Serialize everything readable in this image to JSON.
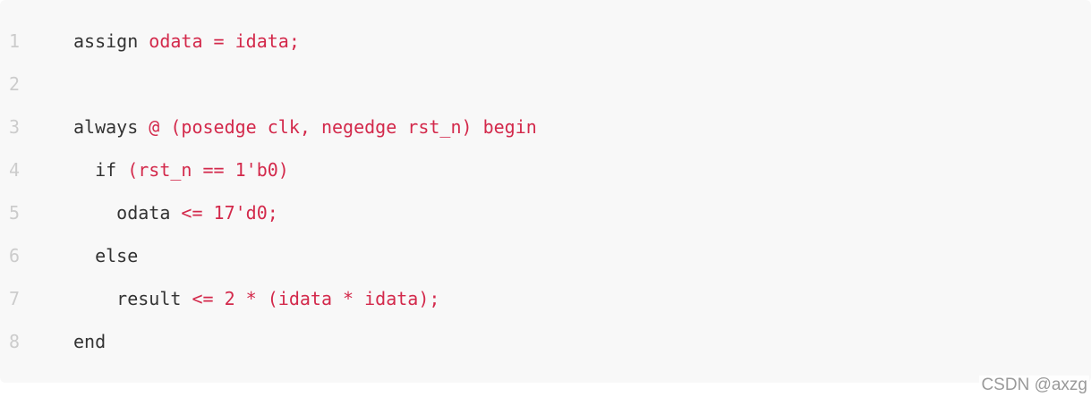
{
  "code_block": {
    "lines": [
      {
        "number": "1",
        "segments": [
          {
            "text": "assign ",
            "kind": "kw"
          },
          {
            "text": "odata = idata;",
            "kind": "hl"
          }
        ]
      },
      {
        "number": "2",
        "segments": []
      },
      {
        "number": "3",
        "segments": [
          {
            "text": "always ",
            "kind": "kw"
          },
          {
            "text": "@ (posedge clk, negedge rst_n) begin",
            "kind": "hl"
          }
        ]
      },
      {
        "number": "4",
        "segments": [
          {
            "text": "  if ",
            "kind": "kw"
          },
          {
            "text": "(rst_n == 1'b0)",
            "kind": "hl"
          }
        ]
      },
      {
        "number": "5",
        "segments": [
          {
            "text": "    odata ",
            "kind": "kw"
          },
          {
            "text": "<= 17'd0;",
            "kind": "hl"
          }
        ]
      },
      {
        "number": "6",
        "segments": [
          {
            "text": "  else",
            "kind": "kw"
          }
        ]
      },
      {
        "number": "7",
        "segments": [
          {
            "text": "    result ",
            "kind": "kw"
          },
          {
            "text": "<= 2 * (idata * idata);",
            "kind": "hl"
          }
        ]
      },
      {
        "number": "8",
        "segments": [
          {
            "text": "end",
            "kind": "kw"
          }
        ]
      }
    ]
  },
  "watermark": {
    "text": "CSDN @axzg"
  },
  "colors": {
    "background": "#f8f8f8",
    "line_number": "#cccccc",
    "keyword": "#333333",
    "highlight": "#d3294b",
    "watermark": "#9a9a9a"
  }
}
